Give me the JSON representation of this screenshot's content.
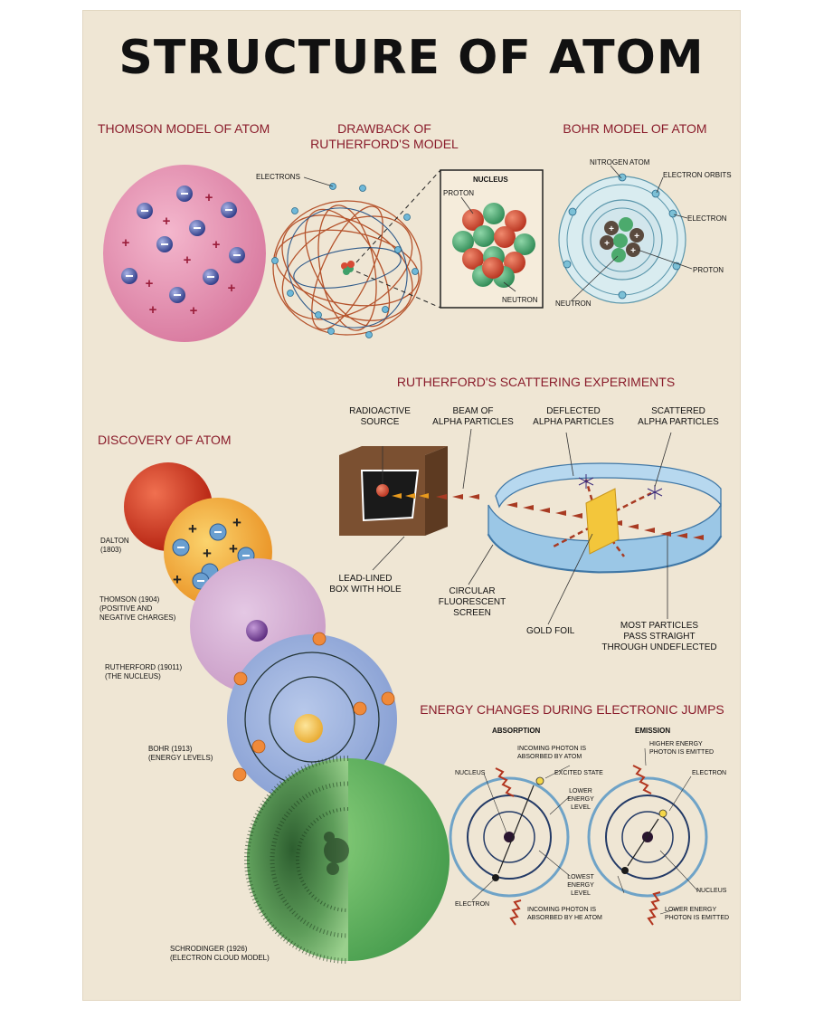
{
  "title": "STRUCTURE OF ATOM",
  "sections": {
    "thomson": "THOMSON MODEL OF ATOM",
    "drawback": "DRAWBACK OF\nRUTHERFORD'S MODEL",
    "bohr": "BOHR MODEL OF ATOM",
    "scattering": "RUTHERFORD'S SCATTERING EXPERIMENTS",
    "discovery": "DISCOVERY OF ATOM",
    "energy": "ENERGY CHANGES DURING ELECTRONIC JUMPS"
  },
  "drawback_labels": {
    "electrons": "ELECTRONS",
    "nucleus": "NUCLEUS",
    "proton": "PROTON",
    "neutron": "NEUTRON"
  },
  "bohr_labels": {
    "nitrogen": "NITROGEN ATOM",
    "orbits": "ELECTRON ORBITS",
    "electron": "ELECTRON",
    "proton": "PROTON",
    "neutron": "NEUTRON"
  },
  "scatter_labels": {
    "source": "RADIOACTIVE\nSOURCE",
    "beam": "BEAM OF\nALPHA PARTICLES",
    "deflected": "DEFLECTED\nALPHA PARTICLES",
    "scattered": "SCATTERED\nALPHA PARTICLES",
    "box": "LEAD-LINED\nBOX WITH HOLE",
    "screen": "CIRCULAR\nFLUORESCENT\nSCREEN",
    "foil": "GOLD FOIL",
    "most": "MOST PARTICLES\nPASS STRAIGHT\nTHROUGH UNDEFLECTED"
  },
  "discovery_labels": {
    "dalton": "DALTON\n(1803)",
    "thomson": "THOMSON (1904)\n(POSITIVE AND\nNEGATIVE CHARGES)",
    "rutherford": "RUTHERFORD (19011)\n(THE NUCLEUS)",
    "bohr": "BOHR (1913)\n(ENERGY LEVELS)",
    "schrodinger": "SCHRODINGER (1926)\n(ELECTRON CLOUD MODEL)"
  },
  "energy_labels": {
    "absorption": "ABSORPTION",
    "emission": "EMISSION",
    "incoming_top": "INCOMING PHOTON IS\nABSORBED BY ATOM",
    "higher": "HIGHER ENERGY\nPHOTON IS EMITTED",
    "nucleus_left": "NUCLEUS",
    "excited": "EXCITED STATE",
    "electron_right": "ELECTRON",
    "lower_level": "LOWER\nENERGY\nLEVEL",
    "lowest": "LOWEST\nENERGY\nLEVEL",
    "nucleus_right": "NUCLEUS",
    "electron_left": "ELECTRON",
    "incoming_bottom": "INCOMING PHOTON IS\nABSORBED BY HE ATOM",
    "lower_emitted": "LOWER ENERGY\nPHOTON IS EMITTED"
  }
}
